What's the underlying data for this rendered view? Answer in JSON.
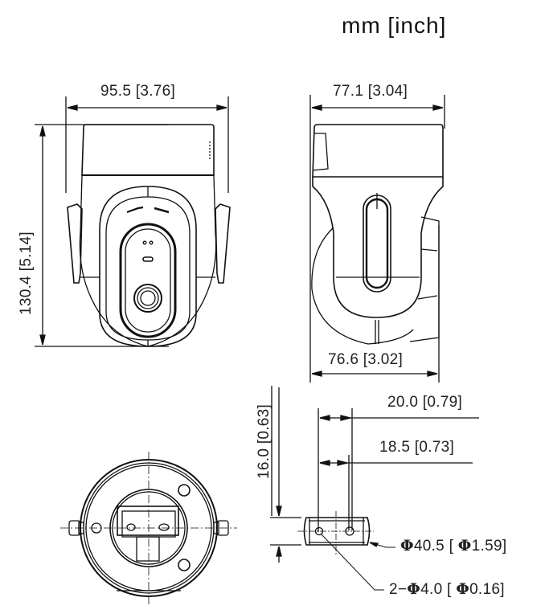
{
  "header": {
    "units": "mm [inch]"
  },
  "views": {
    "front": {
      "width": {
        "mm": "95.5",
        "inch": "3.76",
        "label": "95.5 [3.76]"
      },
      "height": {
        "mm": "130.4",
        "inch": "5.14",
        "label": "130.4 [5.14]"
      }
    },
    "side": {
      "top_width": {
        "mm": "77.1",
        "inch": "3.04",
        "label": "77.1 [3.04]"
      },
      "bottom_width": {
        "mm": "76.6",
        "inch": "3.02",
        "label": "76.6 [3.02]"
      }
    },
    "bracket": {
      "height": {
        "mm": "16.0",
        "inch": "0.63",
        "label": "16.0 [0.63]"
      },
      "hole_spacing_outer": {
        "mm": "20.0",
        "inch": "0.79",
        "label": "20.0 [0.79]"
      },
      "hole_spacing_inner": {
        "mm": "18.5",
        "inch": "0.73",
        "label": "18.5 [0.73]"
      },
      "diameter": {
        "symbol": "Φ",
        "mm": "40.5",
        "inch": "1.59",
        "label_mm": "40.5",
        "label_inch": "1.59"
      },
      "holes": {
        "count_prefix": "2−",
        "symbol": "Φ",
        "mm": "4.0",
        "inch": "0.16"
      }
    }
  }
}
